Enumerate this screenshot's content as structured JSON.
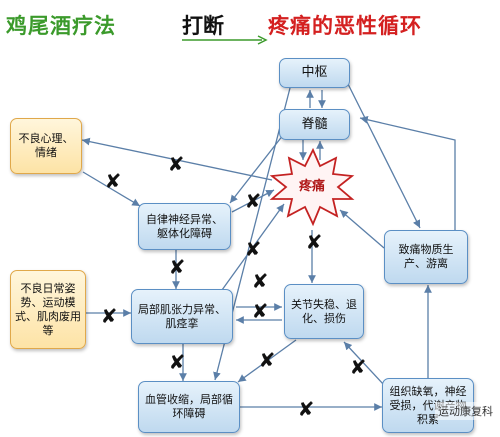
{
  "title": {
    "part1": "鸡尾酒疗法",
    "part2": "打断",
    "part3": "疼痛的恶性循环"
  },
  "nodes": {
    "zhongshu": "中枢",
    "jisui": "脊髓",
    "tengtong": "疼痛",
    "buliang_xinli": "不良心理、情绪",
    "zizhu": "自律神经异常、躯体化障碍",
    "buliang_richang": "不良日常姿势、运动模式、肌肉废用等",
    "jubu_jizhangli": "局部肌张力异常、肌痉挛",
    "guanjie": "关节失稳、退化、损伤",
    "zhitong": "致痛物质生产、游离",
    "xueguan": "血管收缩，局部循环障碍",
    "zuzhi": "组织缺氧，神经受损，代谢产物积累"
  },
  "watermark": "运动康复科"
}
